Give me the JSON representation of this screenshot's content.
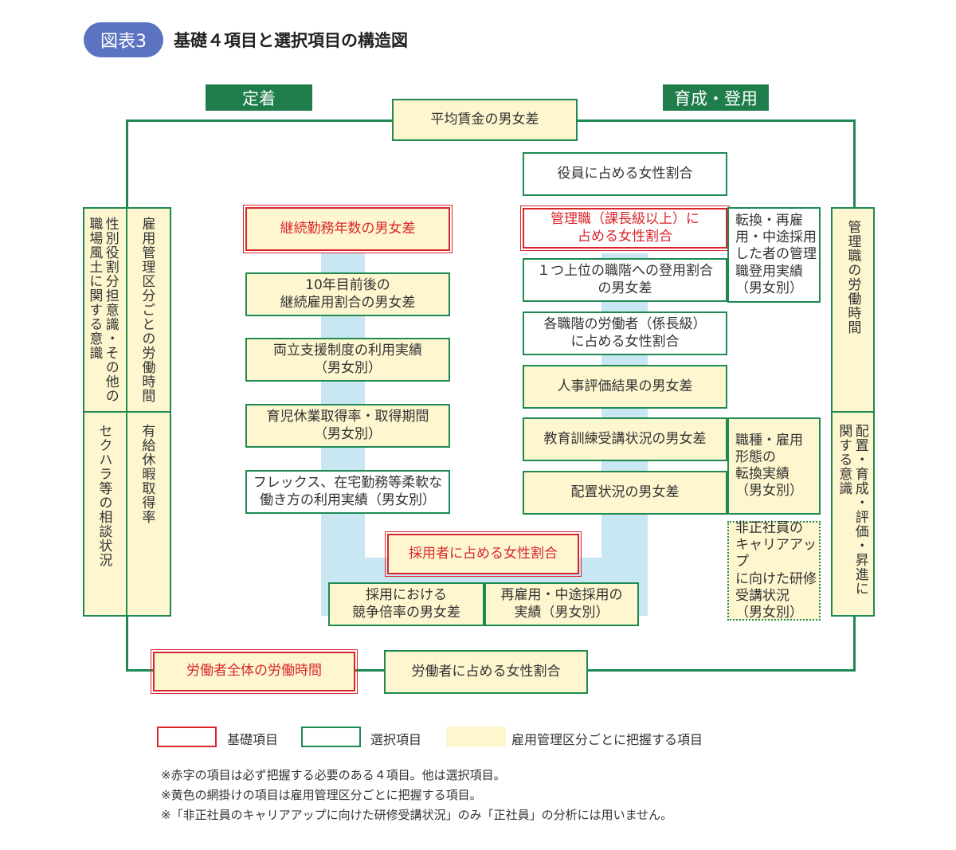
{
  "figure": {
    "label": "図表3",
    "title": "基礎４項目と選択項目の構造図"
  },
  "headers": {
    "left": "定着",
    "right": "育成・登用"
  },
  "top_box": "平均賃金の男女差",
  "left_column": [
    {
      "text": "継続勤務年数の男女差",
      "kind": "basic"
    },
    {
      "text": "10年目前後の\n継続雇用割合の男女差",
      "kind": "select"
    },
    {
      "text": "両立支援制度の利用実績\n（男女別）",
      "kind": "select"
    },
    {
      "text": "育児休業取得率・取得期間\n（男女別）",
      "kind": "select"
    },
    {
      "text": "フレックス、在宅勤務等柔軟な\n働き方の利用実績（男女別）",
      "kind": "select-white"
    }
  ],
  "right_column": [
    {
      "text": "役員に占める女性割合",
      "kind": "select-white"
    },
    {
      "text": "管理職（課長級以上）に\n占める女性割合",
      "kind": "basic-white"
    },
    {
      "text": "１つ上位の職階への登用割合\nの男女差",
      "kind": "select-white"
    },
    {
      "text": "各職階の労働者（係長級）\nに占める女性割合",
      "kind": "select-white"
    },
    {
      "text": "人事評価結果の男女差",
      "kind": "select"
    },
    {
      "text": "教育訓練受講状況の男女差",
      "kind": "select"
    },
    {
      "text": "配置状況の男女差",
      "kind": "select"
    }
  ],
  "right_side_boxes": [
    {
      "text": "転換・再雇\n用・中途採用\nした者の管理\n職登用実績\n（男女別）",
      "kind": "select-white"
    },
    {
      "text": "職種・雇用\n形態の\n転換実績\n（男女別）",
      "kind": "select"
    },
    {
      "text": "非正社員の\nキャリアアップ\nに向けた研修\n受講状況\n（男女別）",
      "kind": "dotted"
    }
  ],
  "center_bottom": {
    "main": "採用者に占める女性割合",
    "left": "採用における\n競争倍率の男女差",
    "right": "再雇用・中途採用の\n実績（男女別）"
  },
  "far_left": {
    "outer_top": "性別役割分担意識・その他の\n職場風土に関する意識",
    "outer_bottom": "セクハラ等の相談状況",
    "inner_top": "雇用管理区分ごとの労働時間",
    "inner_bottom": "有給休暇取得率"
  },
  "far_right": {
    "top": "管理職の労働時間",
    "bottom": "配置・育成・評価・昇進に\n関する意識"
  },
  "bottom_row": {
    "left": "労働者全体の労働時間",
    "right": "労働者に占める女性割合"
  },
  "legend": [
    {
      "label": "基礎項目",
      "kind": "basic"
    },
    {
      "label": "選択項目",
      "kind": "select"
    },
    {
      "label": "雇用管理区分ごとに把握する項目",
      "kind": "yellow"
    }
  ],
  "notes": [
    "※赤字の項目は必ず把握する必要のある４項目。他は選択項目。",
    "※黄色の網掛けの項目は雇用管理区分ごとに把握する項目。",
    "※「非正社員のキャリアアップに向けた研修受講状況」のみ「正社員」の分析には用いません。"
  ],
  "colors": {
    "green": "#1e8a52",
    "header_green": "#1e7d4a",
    "red": "#d9262c",
    "yellow": "#fdf6cf",
    "blue": "#c9e6f3",
    "badge": "#5b73c0"
  }
}
